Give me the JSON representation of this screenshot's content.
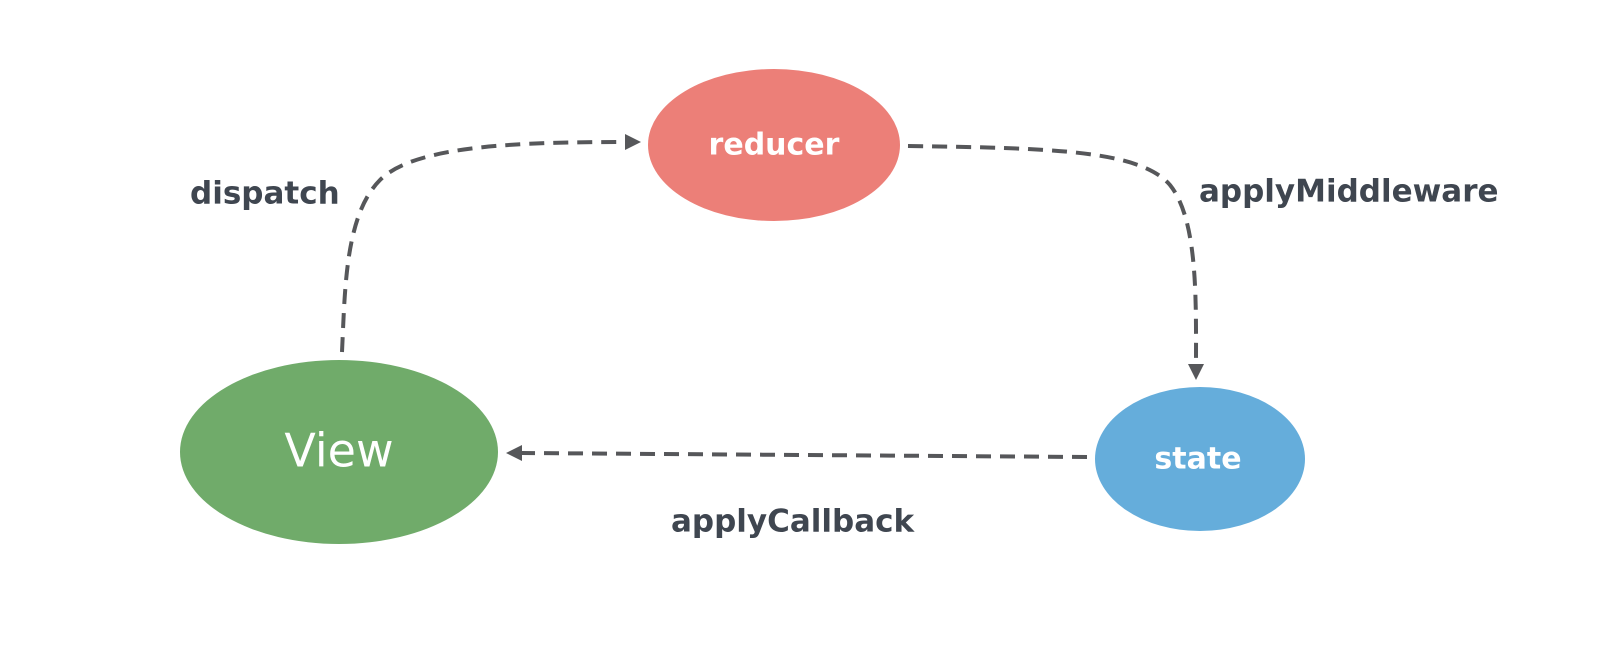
{
  "nodes": {
    "reducer": {
      "label": "reducer",
      "color": "#ec7f78"
    },
    "view": {
      "label": "View",
      "color": "#70ab6a"
    },
    "state": {
      "label": "state",
      "color": "#65addb"
    }
  },
  "edges": {
    "dispatch": {
      "label": "dispatch",
      "from": "View",
      "to": "reducer"
    },
    "apply_middleware": {
      "label": "applyMiddleware",
      "from": "reducer",
      "to": "state"
    },
    "apply_callback": {
      "label": "applyCallback",
      "from": "state",
      "to": "View"
    }
  },
  "colors": {
    "edge": "#56575a",
    "edge_label": "#3f4650",
    "background": "#ffffff"
  }
}
